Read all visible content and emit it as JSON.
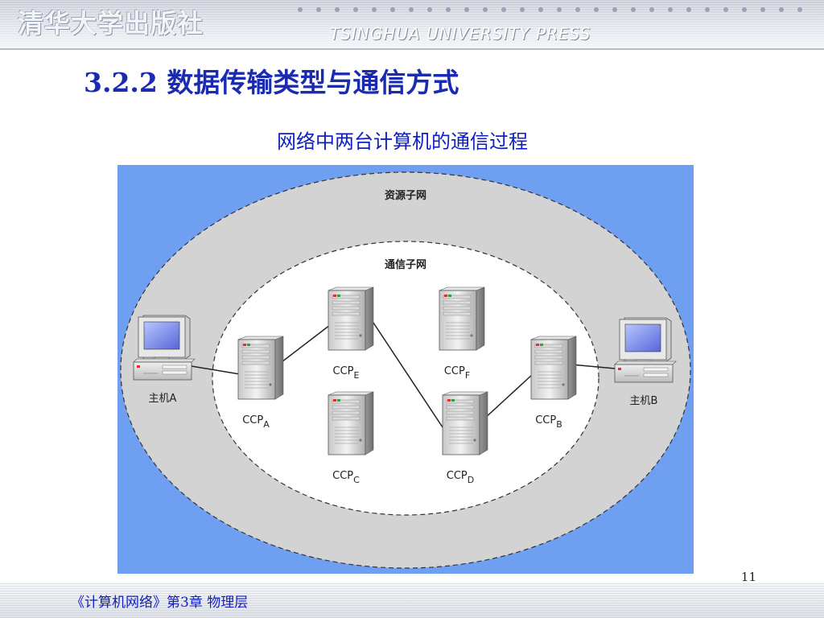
{
  "header": {
    "publisher_cn": "清华大学出版社",
    "publisher_en": "TSINGHUA UNIVERSITY PRESS"
  },
  "slide": {
    "section_title": "3.2.2  数据传输类型与通信方式",
    "subtitle": "网络中两台计算机的通信过程",
    "page_number": "11"
  },
  "footer": {
    "course": "《计算机网络》第3章  物理层"
  },
  "diagram": {
    "outer_region_label": "资源子网",
    "inner_region_label": "通信子网",
    "hosts": [
      {
        "id": "A",
        "label": "主机A"
      },
      {
        "id": "B",
        "label": "主机B"
      }
    ],
    "nodes": [
      {
        "id": "A",
        "base": "CCP",
        "sub": "A"
      },
      {
        "id": "E",
        "base": "CCP",
        "sub": "E"
      },
      {
        "id": "F",
        "base": "CCP",
        "sub": "F"
      },
      {
        "id": "C",
        "base": "CCP",
        "sub": "C"
      },
      {
        "id": "D",
        "base": "CCP",
        "sub": "D"
      },
      {
        "id": "B",
        "base": "CCP",
        "sub": "B"
      }
    ],
    "links": [
      [
        "hostA",
        "A"
      ],
      [
        "A",
        "E"
      ],
      [
        "E",
        "D"
      ],
      [
        "D",
        "B"
      ],
      [
        "B",
        "hostB"
      ]
    ],
    "colors": {
      "background": "#6f9ff0",
      "outer_region": "#d3d3d3",
      "inner_region": "#ffffff",
      "title_blue": "#1a2bb0"
    }
  }
}
